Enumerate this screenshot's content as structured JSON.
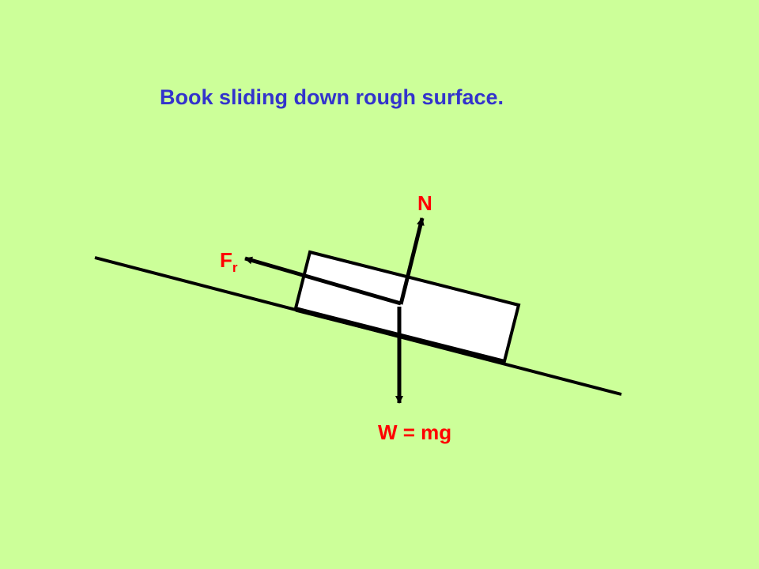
{
  "colors": {
    "background": "#ccff99",
    "title": "#3333cc",
    "label": "#ff0000",
    "line": "#000000",
    "book": "#ffffff"
  },
  "title": "Book sliding down rough surface.",
  "labels": {
    "normal": "N",
    "friction_main": "F",
    "friction_sub": "r",
    "weight": "W = mg"
  }
}
